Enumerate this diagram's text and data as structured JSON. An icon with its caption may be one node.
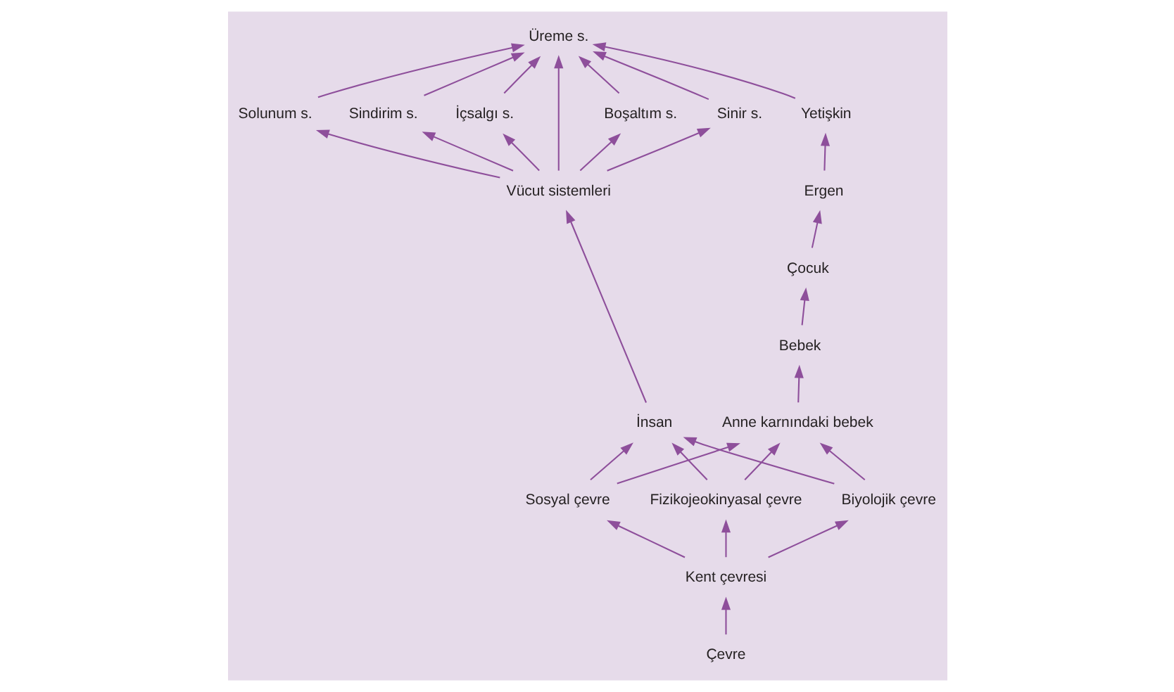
{
  "diagram": {
    "nodes": [
      {
        "text": [
          "İnsan"
        ]
      },
      {
        "text": [
          "Vücut sistemleri"
        ]
      },
      {
        "text": [
          "Boşaltım s."
        ]
      },
      {
        "text": [
          "Sinir s."
        ]
      },
      {
        "text": [
          "Üreme s."
        ]
      },
      {
        "text": [
          "Çevre"
        ]
      },
      {
        "text": [
          "Solunum s."
        ]
      },
      {
        "text": [
          "Sindirim s."
        ]
      },
      {
        "text": [
          "İçsalgı s."
        ]
      },
      {
        "text": [
          "Kent çevresi"
        ]
      },
      {
        "text": [
          "Sosyal çevre"
        ]
      },
      {
        "text": [
          "Fizikojeokinyasal çevre"
        ]
      },
      {
        "text": [
          "Biyolojik çevre"
        ]
      },
      {
        "text": [
          "Anne karnındaki bebek"
        ]
      },
      {
        "text": [
          "Bebek"
        ]
      },
      {
        "text": [
          "Çocuk"
        ]
      },
      {
        "text": [
          "Ergen"
        ]
      },
      {
        "text": [
          "Yetişkin"
        ]
      }
    ],
    "edges": [
      {
        "from": 0,
        "to": 1,
        "arrow": "to"
      },
      {
        "from": 1,
        "to": 3,
        "arrow": "to"
      },
      {
        "from": 1,
        "to": 6,
        "arrow": "to"
      },
      {
        "from": 1,
        "to": 7,
        "arrow": "to"
      },
      {
        "from": 1,
        "to": 8,
        "arrow": "to"
      },
      {
        "from": 1,
        "to": 4,
        "arrow": "to"
      },
      {
        "from": 1,
        "to": 2,
        "arrow": "to"
      },
      {
        "from": 3,
        "to": 4,
        "arrow": "to"
      },
      {
        "from": 6,
        "to": 4,
        "arrow": "to"
      },
      {
        "from": 7,
        "to": 4,
        "arrow": "to"
      },
      {
        "from": 8,
        "to": 4,
        "arrow": "to"
      },
      {
        "from": 2,
        "to": 4,
        "arrow": "to"
      },
      {
        "from": 17,
        "to": 4,
        "arrow": "to"
      },
      {
        "from": 5,
        "to": 9,
        "arrow": "to"
      },
      {
        "from": 9,
        "to": 10,
        "arrow": "to"
      },
      {
        "from": 9,
        "to": 11,
        "arrow": "to"
      },
      {
        "from": 9,
        "to": 12,
        "arrow": "to"
      },
      {
        "from": 10,
        "to": 0,
        "arrow": "to"
      },
      {
        "from": 11,
        "to": 0,
        "arrow": "to"
      },
      {
        "from": 12,
        "to": 0,
        "arrow": "to"
      },
      {
        "from": 10,
        "to": 13,
        "arrow": "to"
      },
      {
        "from": 11,
        "to": 13,
        "arrow": "to"
      },
      {
        "from": 12,
        "to": 13,
        "arrow": "to"
      },
      {
        "from": 13,
        "to": 14,
        "arrow": "to"
      },
      {
        "from": 14,
        "to": 15,
        "arrow": "to"
      },
      {
        "from": 15,
        "to": 16,
        "arrow": "to"
      },
      {
        "from": 16,
        "to": 17,
        "arrow": "to"
      }
    ]
  }
}
